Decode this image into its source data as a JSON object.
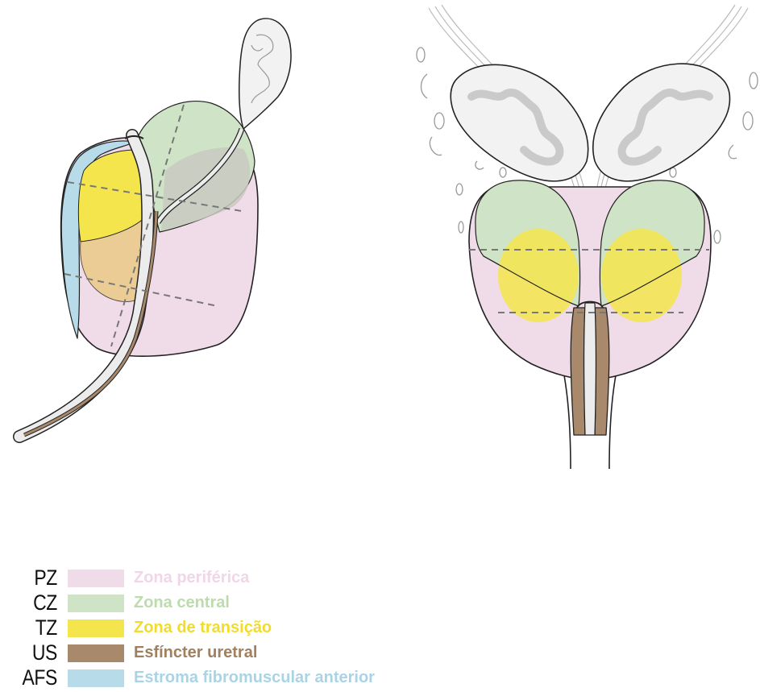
{
  "colors": {
    "pz": "#f0dbe9",
    "cz": "#cfe4c6",
    "tz": "#f5e54c",
    "us": "#a8896b",
    "afs": "#b7dbe8",
    "outline": "#222222",
    "dashed": "#777777",
    "duct": "#ececec"
  },
  "legend": [
    {
      "abbr": "PZ",
      "label": "Zona periférica",
      "swatch": "#f0dbe9",
      "text_color": "#f0d6e8"
    },
    {
      "abbr": "CZ",
      "label": "Zona central",
      "swatch": "#cfe4c6",
      "text_color": "#bcdcae"
    },
    {
      "abbr": "TZ",
      "label": "Zona de transição",
      "swatch": "#f5e54c",
      "text_color": "#f2dc2a"
    },
    {
      "abbr": "US",
      "label": "Esfíncter uretral",
      "swatch": "#a8896b",
      "text_color": "#a0805f"
    },
    {
      "abbr": "AFS",
      "label": "Estroma fibromuscular anterior",
      "swatch": "#b7dbe8",
      "text_color": "#a9d4e6"
    }
  ]
}
